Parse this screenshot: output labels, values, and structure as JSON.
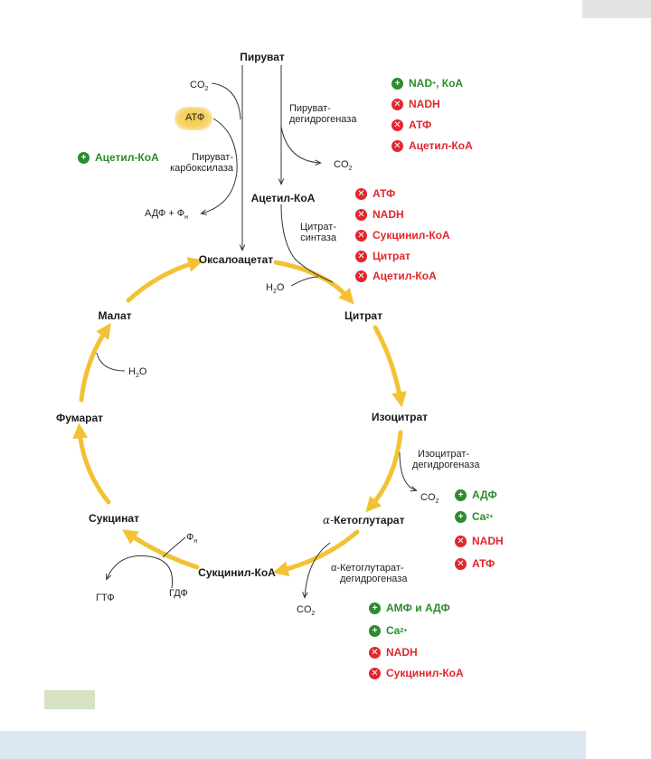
{
  "metabolites": {
    "pyruvate": "Пируват",
    "acetyl_coa": "Ацетил-КоА",
    "oxaloacetate": "Оксалоацетат",
    "citrate": "Цитрат",
    "isocitrate": "Изоцитрат",
    "ketoglutarate_prefix": "α-",
    "ketoglutarate": "Кетоглутарат",
    "succinyl_coa": "Сукцинил-КоА",
    "succinate": "Сукцинат",
    "fumarate": "Фумарат",
    "malate": "Малат"
  },
  "enzymes": {
    "pdh_1": "Пируват-",
    "pdh_2": "дегидрогеназа",
    "pc_1": "Пируват-",
    "pc_2": "карбоксилаза",
    "cs_1": "Цитрат-",
    "cs_2": "синтаза",
    "idh_1": "Изоцитрат-",
    "idh_2": "дегидрогеназа",
    "kgdh_1": "α-Кетоглутарат-",
    "kgdh_2": "дегидрогеназа"
  },
  "small_molecules": {
    "co2_text": "CO",
    "co2_sub": "2",
    "atp": "АТФ",
    "adp_pi_text": "АДФ + Ф",
    "adp_pi_sub": "н",
    "h2o_text": "H",
    "h2o_sub": "2",
    "h2o_o": "O",
    "pi_text": "Ф",
    "pi_sub": "н",
    "gtp": "ГТФ",
    "gdp": "ГДФ"
  },
  "pyruvate_carboxylase_regulators": [
    {
      "label": "Ацетил-КоА",
      "type": "activator"
    }
  ],
  "pdh_regulators": [
    {
      "label": "NAD",
      "sup": "+",
      "suffix": ", КоА",
      "type": "activator"
    },
    {
      "label": "NADH",
      "sup": "",
      "suffix": "",
      "type": "inhibitor"
    },
    {
      "label": "АТФ",
      "sup": "",
      "suffix": "",
      "type": "inhibitor"
    },
    {
      "label": "Ацетил-КоА",
      "sup": "",
      "suffix": "",
      "type": "inhibitor"
    }
  ],
  "cs_regulators": [
    {
      "label": "АТФ",
      "type": "inhibitor"
    },
    {
      "label": "NADH",
      "type": "inhibitor"
    },
    {
      "label": "Сукцинил-КоА",
      "type": "inhibitor"
    },
    {
      "label": "Цитрат",
      "type": "inhibitor"
    },
    {
      "label": "Ацетил-КоА",
      "type": "inhibitor"
    }
  ],
  "idh_regulators": [
    {
      "label": "АДФ",
      "sup": "",
      "type": "activator"
    },
    {
      "label": "Ca",
      "sup": "2+",
      "type": "activator"
    },
    {
      "label": "NADH",
      "sup": "",
      "type": "inhibitor"
    },
    {
      "label": "АТФ",
      "sup": "",
      "type": "inhibitor"
    }
  ],
  "kgdh_regulators": [
    {
      "label": "АМФ и АДФ",
      "sup": "",
      "type": "activator"
    },
    {
      "label": "Ca",
      "sup": "2+",
      "type": "activator"
    },
    {
      "label": "NADH",
      "sup": "",
      "type": "inhibitor"
    },
    {
      "label": "Сукцинил-КоА",
      "sup": "",
      "type": "inhibitor"
    }
  ],
  "icons": {
    "activator": "plus-circle-icon",
    "inhibitor": "x-circle-icon",
    "activator_glyph": "+",
    "inhibitor_glyph": "✕"
  },
  "colors": {
    "cycle_arrow": "#f2c234",
    "activator": "#2c8c2c",
    "inhibitor": "#e2262c",
    "line": "#333333"
  }
}
